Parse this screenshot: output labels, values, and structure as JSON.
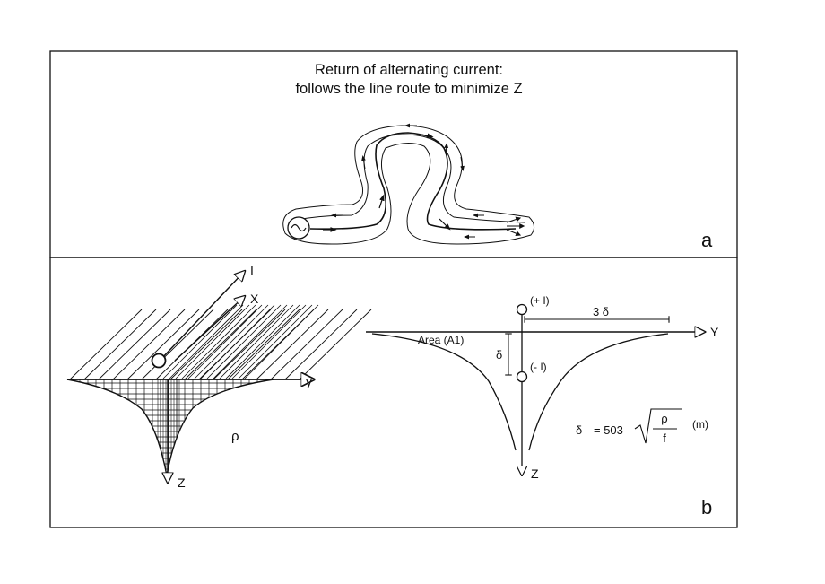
{
  "panel_a": {
    "title_line1": "Return of alternating current:",
    "title_line2": "follows the line route to minimize Z",
    "label": "a"
  },
  "panel_b": {
    "label": "b",
    "left": {
      "axis_current": "I",
      "axis_x": "X",
      "axis_y": "y",
      "axis_z": "Z",
      "resistivity": "ρ"
    },
    "right": {
      "plus_current": "(+ I)",
      "minus_current": "(- I)",
      "distance": "3 δ",
      "depth": "δ",
      "area": "Area (A1)",
      "axis_y": "Y",
      "axis_z": "Z",
      "formula_lhs": "δ",
      "formula_eq": "= 503",
      "formula_num": "ρ",
      "formula_den": "f",
      "formula_unit": "(m)"
    }
  }
}
